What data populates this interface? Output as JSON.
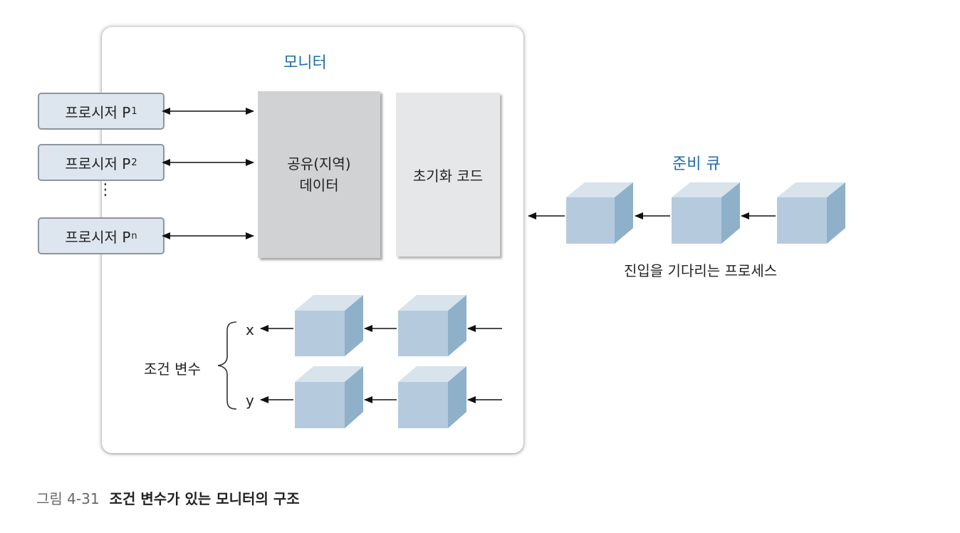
{
  "monitor": {
    "title": "모니터",
    "processes": [
      {
        "label": "프로시저 P",
        "sub": "1"
      },
      {
        "label": "프로시저 P",
        "sub": "2"
      },
      {
        "label": "프로시저 P",
        "sub": "n"
      }
    ],
    "ellipsis": "⋮",
    "shared_data": {
      "line1": "공유(지역)",
      "line2": "데이터"
    },
    "init_code": "초기화 코드",
    "condition_label": "조건 변수",
    "cond_x": "x",
    "cond_y": "y"
  },
  "ready_queue": {
    "title": "준비 큐",
    "caption": "진입을 기다리는 프로세스"
  },
  "figure": {
    "number": "그림 4-31",
    "title": "조건 변수가 있는 모니터의 구조"
  },
  "colors": {
    "accent_blue": "#1f6ea6",
    "cube_front": "#b6cadd",
    "cube_top": "#d8e3ec",
    "cube_side": "#8fb0c9"
  }
}
